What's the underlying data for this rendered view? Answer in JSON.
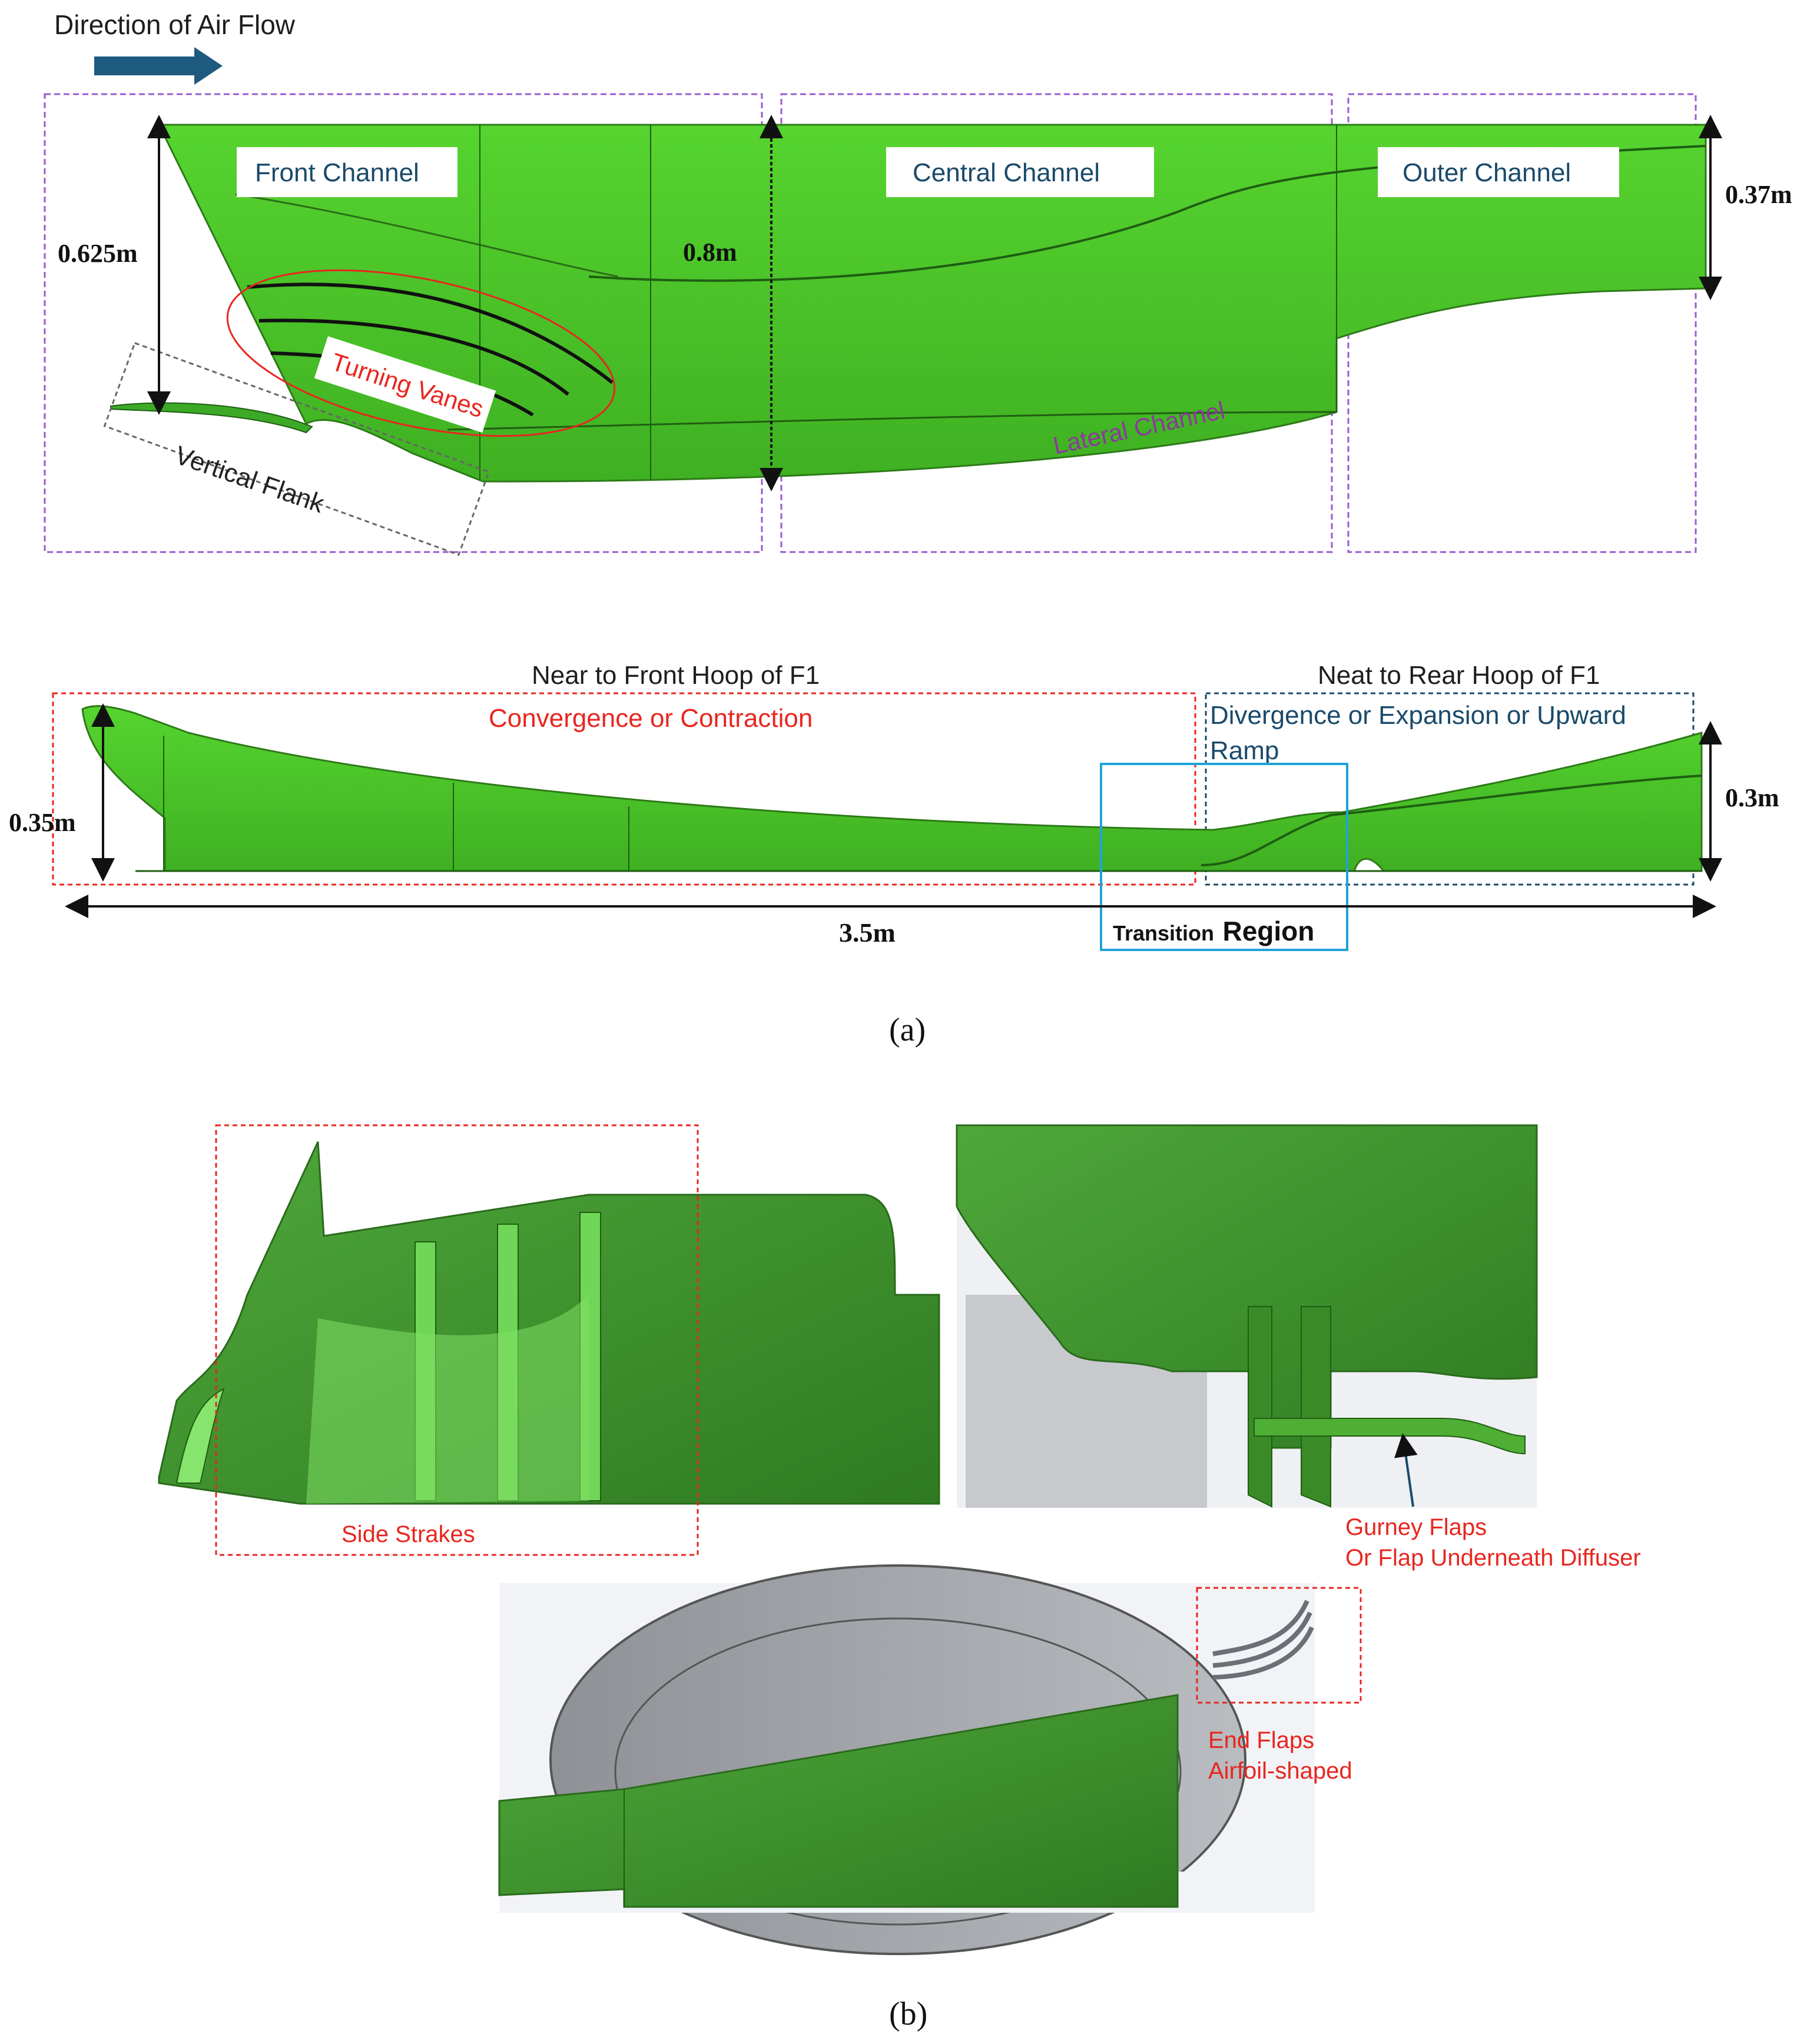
{
  "part_a": {
    "top_view": {
      "flow_label": "Direction of Air Flow",
      "channels": [
        "Front Channel",
        "Central Channel",
        "Outer Channel"
      ],
      "lateral_channel": "Lateral Channel",
      "turning_vanes": "Turning Vanes",
      "vertical_flank": "Vertical Flank",
      "dims": {
        "front_height": "0.625m",
        "mid_height": "0.8m",
        "outer_height": "0.37m"
      }
    },
    "side_view": {
      "front_hoop": "Near to Front Hoop of F1",
      "rear_hoop": "Neat to Rear Hoop of F1",
      "convergence": "Convergence or Contraction",
      "divergence_line1": "Divergence or Expansion or Upward",
      "divergence_line2": "Ramp",
      "transition_small": "Transition",
      "transition_big": "Region",
      "dims": {
        "front_height": "0.35m",
        "rear_height": "0.3m",
        "length": "3.5m"
      }
    },
    "caption": "(a)"
  },
  "part_b": {
    "side_strakes": "Side Strakes",
    "gurney_line1": "Gurney Flaps",
    "gurney_line2": "Or Flap Underneath Diffuser",
    "end_flaps_line1": "End Flaps",
    "end_flaps_line2": "Airfoil-shaped",
    "caption": "(b)"
  },
  "colors": {
    "model_green": "#4cc82a",
    "model_dark_green": "#2e7d1e",
    "label_dark_blue": "#1a4a6b",
    "label_red": "#e8261f",
    "box_purple": "#9a5bd0",
    "box_cyan": "#1fa3d8"
  }
}
